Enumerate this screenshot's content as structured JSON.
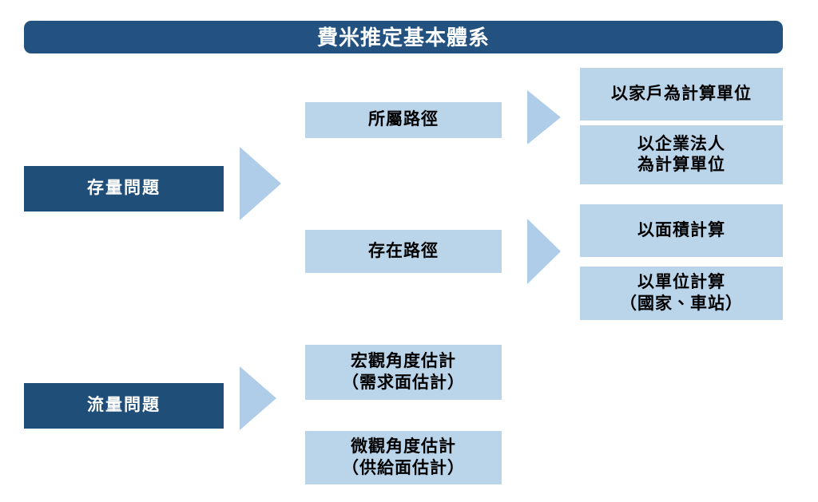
{
  "header": {
    "title": "費米推定基本體系",
    "bar_color": "#235280",
    "text_color": "#ffffff"
  },
  "palette": {
    "dark_navy": "#1F4E79",
    "light_blue": "#BAD4EA",
    "arrow_blue": "#AFCDE8",
    "background": "#ffffff",
    "dark_text": "#000000",
    "light_text": "#ffffff"
  },
  "diagram": {
    "type": "tree-flow",
    "branches": [
      {
        "id": "stock",
        "root": {
          "label": "存量問題",
          "style": "dark"
        },
        "arrow": {
          "name": "arrow-stock",
          "direction": "right"
        },
        "children": [
          {
            "id": "belonging-path",
            "label": "所屬路徑",
            "style": "light",
            "arrow": {
              "name": "arrow-belong",
              "direction": "right"
            },
            "leaves": [
              {
                "id": "household-unit",
                "label": "以家戶為計算單位",
                "style": "light"
              },
              {
                "id": "corporate-unit",
                "label": "以企業法人\n為計算單位",
                "style": "light"
              }
            ]
          },
          {
            "id": "existing-path",
            "label": "存在路徑",
            "style": "light",
            "arrow": {
              "name": "arrow-exist",
              "direction": "right"
            },
            "leaves": [
              {
                "id": "by-area",
                "label": "以面積計算",
                "style": "light"
              },
              {
                "id": "by-unit",
                "label": "以單位計算\n（國家、車站）",
                "style": "light"
              }
            ]
          }
        ]
      },
      {
        "id": "flow",
        "root": {
          "label": "流量問題",
          "style": "dark"
        },
        "arrow": {
          "name": "arrow-flow",
          "direction": "right"
        },
        "children": [
          {
            "id": "macro-estimate",
            "label": "宏觀角度估計\n（需求面估計）",
            "style": "light",
            "leaves": []
          },
          {
            "id": "micro-estimate",
            "label": "微觀角度估計\n（供給面估計）",
            "style": "light",
            "leaves": []
          }
        ]
      }
    ]
  }
}
